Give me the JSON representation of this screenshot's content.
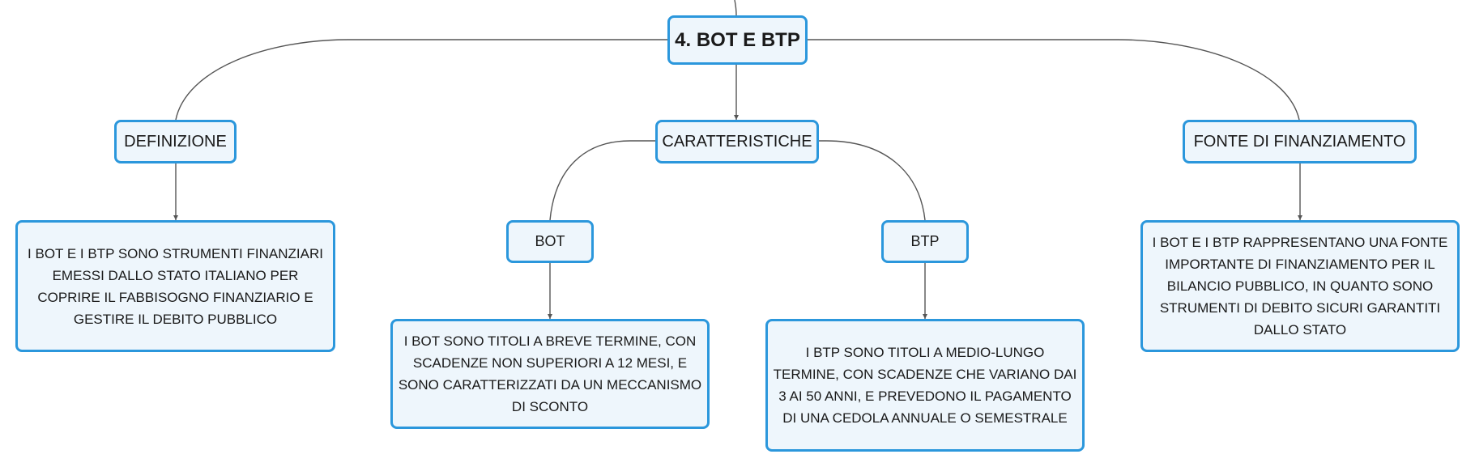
{
  "colors": {
    "node_border": "#2b97dc",
    "node_fill": "#eef6fc",
    "connector": "#555555",
    "text": "#1a1a1a"
  },
  "root": {
    "label": "4. BOT E BTP"
  },
  "topics": {
    "definizione": {
      "label": "DEFINIZIONE",
      "text": "I BOT E I BTP SONO STRUMENTI FINANZIARI EMESSI DALLO STATO ITALIANO PER COPRIRE IL FABBISOGNO FINANZIARIO E GESTIRE IL DEBITO PUBBLICO"
    },
    "caratteristiche": {
      "label": "CARATTERISTICHE",
      "bot": {
        "label": "BOT",
        "text": "I BOT SONO TITOLI A BREVE TERMINE, CON SCADENZE NON SUPERIORI A 12 MESI, E SONO CARATTERIZZATI DA UN MECCANISMO DI SCONTO"
      },
      "btp": {
        "label": "BTP",
        "text": "I BTP SONO TITOLI A MEDIO-LUNGO TERMINE, CON SCADENZE CHE VARIANO DAI 3 AI 50 ANNI, E PREVEDONO IL PAGAMENTO DI UNA CEDOLA ANNUALE O SEMESTRALE"
      }
    },
    "fonte": {
      "label": "FONTE DI FINANZIAMENTO",
      "text": "I BOT E I BTP RAPPRESENTANO UNA FONTE IMPORTANTE DI FINANZIAMENTO PER IL BILANCIO PUBBLICO, IN QUANTO SONO STRUMENTI DI DEBITO SICURI GARANTITI DALLO STATO"
    }
  }
}
